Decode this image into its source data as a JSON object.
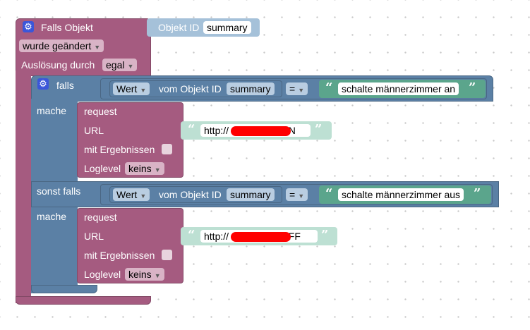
{
  "event_block": {
    "title": "Falls Objekt",
    "object_id_label": "Objekt ID",
    "object_id_value": "summary",
    "trigger_dropdown": "wurde geändert",
    "trigger_by_label": "Auslösung durch",
    "trigger_by_dropdown": "egal"
  },
  "if_block": {
    "if_label": "falls",
    "do_label": "mache",
    "else_if_label": "sonst falls",
    "do2_label": "mache"
  },
  "conditions": [
    {
      "value_dropdown": "Wert",
      "from_object_label": "vom Objekt ID",
      "object_value": "summary",
      "operator": "=",
      "string": "schalte männerzimmer an"
    },
    {
      "value_dropdown": "Wert",
      "from_object_label": "vom Objekt ID",
      "object_value": "summary",
      "operator": "=",
      "string": "schalte männerzimmer aus"
    }
  ],
  "requests": [
    {
      "title": "request",
      "url_label": "URL",
      "url_prefix": "http://",
      "url_suffix": "/ON",
      "with_results_label": "mit Ergebnissen",
      "loglevel_label": "Loglevel",
      "loglevel_value": "keins"
    },
    {
      "title": "request",
      "url_label": "URL",
      "url_prefix": "http://",
      "url_suffix": "/OFF",
      "with_results_label": "mit Ergebnissen",
      "loglevel_label": "Loglevel",
      "loglevel_value": "keins"
    }
  ],
  "icons": {
    "gear": "gear-icon",
    "dropdown": "dropdown-arrow-icon",
    "quote": "quote-mark-icon"
  },
  "colors": {
    "event_block": "#a55b80",
    "logic_block": "#5b80a5",
    "text_block": "#5ba58c",
    "object_block": "#a5c1d9",
    "redaction": "#ff0000"
  }
}
